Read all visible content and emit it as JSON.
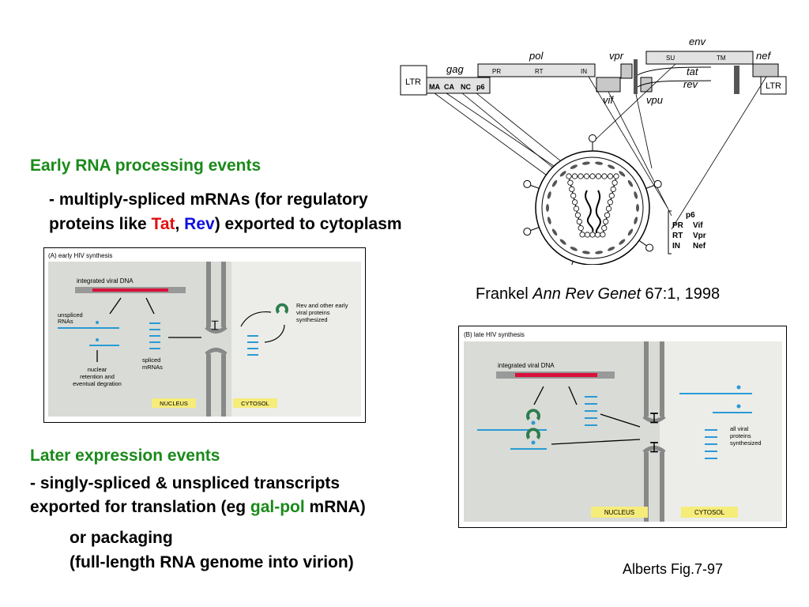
{
  "early": {
    "heading": "Early RNA processing events",
    "line1": "- multiply-spliced mRNAs (for regulatory",
    "line2_pre": "proteins like ",
    "tat": "Tat",
    "comma": ", ",
    "rev": "Rev",
    "line2_post": ") exported to cytoplasm"
  },
  "later": {
    "heading": "Later expression events",
    "line1": "- singly-spliced & unspliced transcripts",
    "line2_pre": "exported  for translation (eg ",
    "galpol": "gal-pol",
    "line2_post": " mRNA)",
    "line3": "or packaging",
    "line4": "(full-length RNA genome into virion)"
  },
  "citation_frankel": {
    "pre": "Frankel ",
    "journal": "Ann Rev Genet",
    "post": " 67:1, 1998"
  },
  "citation_alberts": "Alberts Fig.7-97",
  "genome": {
    "ltr_left": "LTR",
    "ltr_right": "LTR",
    "gag": "gag",
    "pol": "pol",
    "vpr": "vpr",
    "env": "env",
    "nef": "nef",
    "tat": "tat",
    "rev": "rev",
    "vif": "vif",
    "vpu": "vpu",
    "ma": "MA",
    "ca": "CA",
    "nc": "NC",
    "p6": "p6",
    "pr": "PR",
    "rt": "RT",
    "in": "IN",
    "su": "SU",
    "tm": "TM"
  },
  "virion_legend": [
    "p6",
    "PR",
    "Vif",
    "RT",
    "Vpr",
    "IN",
    "Nef"
  ],
  "panel_a": {
    "title": "(A)  early HIV synthesis",
    "dna": "integrated viral DNA",
    "unspliced": [
      "unspliced",
      "RNAs"
    ],
    "spliced": [
      "spliced",
      "mRNAs"
    ],
    "fate": [
      "nuclear",
      "retention and",
      "eventual degration"
    ],
    "proteins": [
      "Rev and other early",
      "viral proteins",
      "synthesized"
    ],
    "nucleus": "NUCLEUS",
    "cytosol": "CYTOSOL"
  },
  "panel_b": {
    "title": "(B)  late HIV synthesis",
    "dna": "integrated viral DNA",
    "proteins": [
      "all viral",
      "proteins",
      "synthesized"
    ],
    "nucleus": "NUCLEUS",
    "cytosol": "CYTOSOL"
  }
}
